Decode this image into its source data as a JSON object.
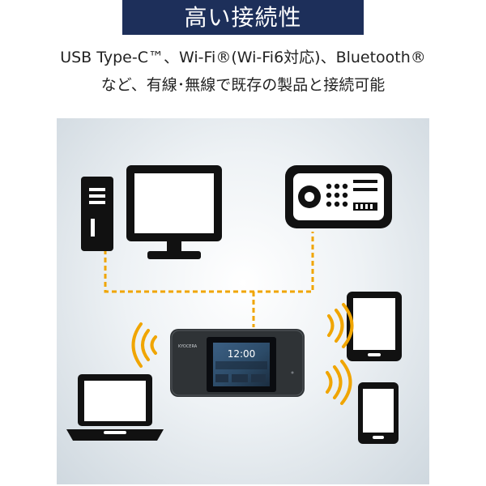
{
  "header": {
    "title": "高い接続性"
  },
  "subtitle": {
    "line1": "USB Type-C™、Wi-Fi®(Wi-Fi6対応)、Bluetooth®",
    "line2": "など、有線･無線で既存の製品と接続可能"
  },
  "device": {
    "screen_time": "12:00",
    "brand_logo": "KYOCERA"
  },
  "colors": {
    "title_bg": "#1d2f5a",
    "wire": "#f0a500",
    "wave": "#f0a500",
    "icon": "#111111"
  },
  "icons": [
    "desktop-pc-icon",
    "fax-machine-icon",
    "tablet-icon",
    "laptop-icon",
    "smartphone-icon",
    "wifi-waves-icon",
    "router-device-icon"
  ]
}
